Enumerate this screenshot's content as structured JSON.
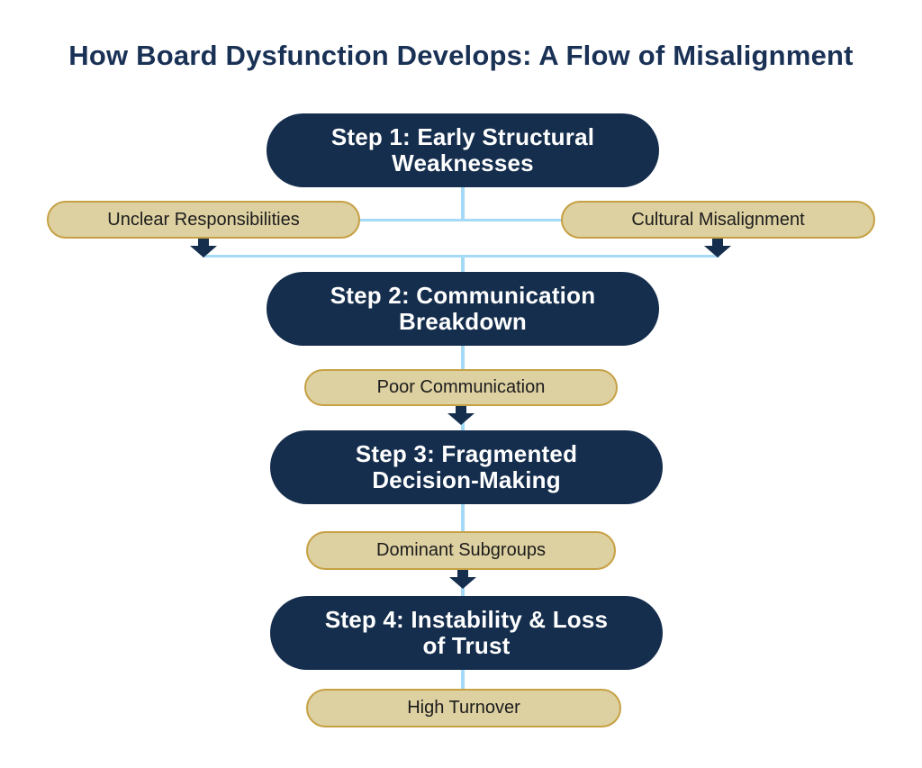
{
  "title": "How Board Dysfunction Develops: A Flow of Misalignment",
  "colors": {
    "background": "#ffffff",
    "title_text": "#1a3156",
    "step_fill": "#152e4d",
    "step_text": "#ffffff",
    "factor_fill": "#ddd0a1",
    "factor_border": "#c6a144",
    "factor_text": "#1c1c1c",
    "connector_blue": "#a4daf5",
    "arrow_navy": "#152e4d"
  },
  "flow": {
    "steps": [
      {
        "line1": "Step 1: Early Structural",
        "line2": "Weaknesses"
      },
      {
        "line1": "Step 2: Communication",
        "line2": "Breakdown"
      },
      {
        "line1": "Step 3: Fragmented",
        "line2": "Decision-Making"
      },
      {
        "line1": "Step 4: Instability & Loss",
        "line2": "of Trust"
      }
    ],
    "factors": [
      {
        "label": "Unclear Responsibilities"
      },
      {
        "label": "Cultural Misalignment"
      },
      {
        "label": "Poor Communication"
      },
      {
        "label": "Dominant Subgroups"
      },
      {
        "label": "High Turnover"
      }
    ]
  }
}
